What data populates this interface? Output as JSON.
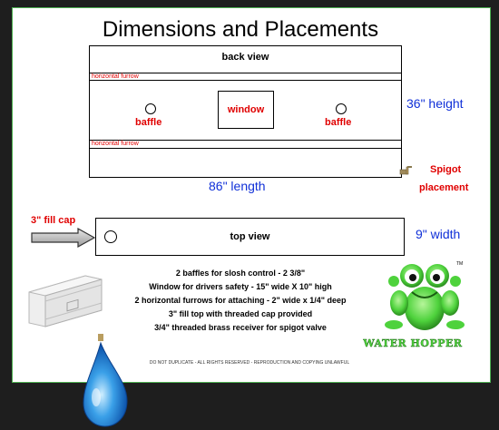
{
  "title": "Dimensions and Placements",
  "back_view": {
    "label": "back view",
    "furrow_top": "horizontal furrow",
    "furrow_bottom": "horizontal furrow",
    "window": "window",
    "baffle_left": "baffle",
    "baffle_right": "baffle"
  },
  "dims": {
    "height": "36\" height",
    "length": "86\" length",
    "width": "9\" width"
  },
  "spigot": {
    "line1": "Spigot",
    "line2": "placement"
  },
  "top_view": {
    "label": "top view",
    "fill_cap": "3\" fill cap"
  },
  "notes": [
    "2  baffles for slosh control - 2 3/8\"",
    "Window for drivers safety - 15\" wide X 10\" high",
    "2 horizontal furrows for attaching - 2\" wide x 1/4\" deep",
    "3\" fill top with threaded cap provided",
    "3/4\" threaded brass receiver for spigot valve"
  ],
  "copyright": "DO NOT DUPLICATE - ALL RIGHTS RESERVED - REPRODUCTION AND COPYING UNLAWFUL",
  "logo": {
    "text": "WATER HOPPER",
    "tm": "TM"
  },
  "colors": {
    "red": "#e00000",
    "blue": "#1030d8",
    "frog_green": "#4ed23c",
    "border_green": "#4caf50"
  }
}
